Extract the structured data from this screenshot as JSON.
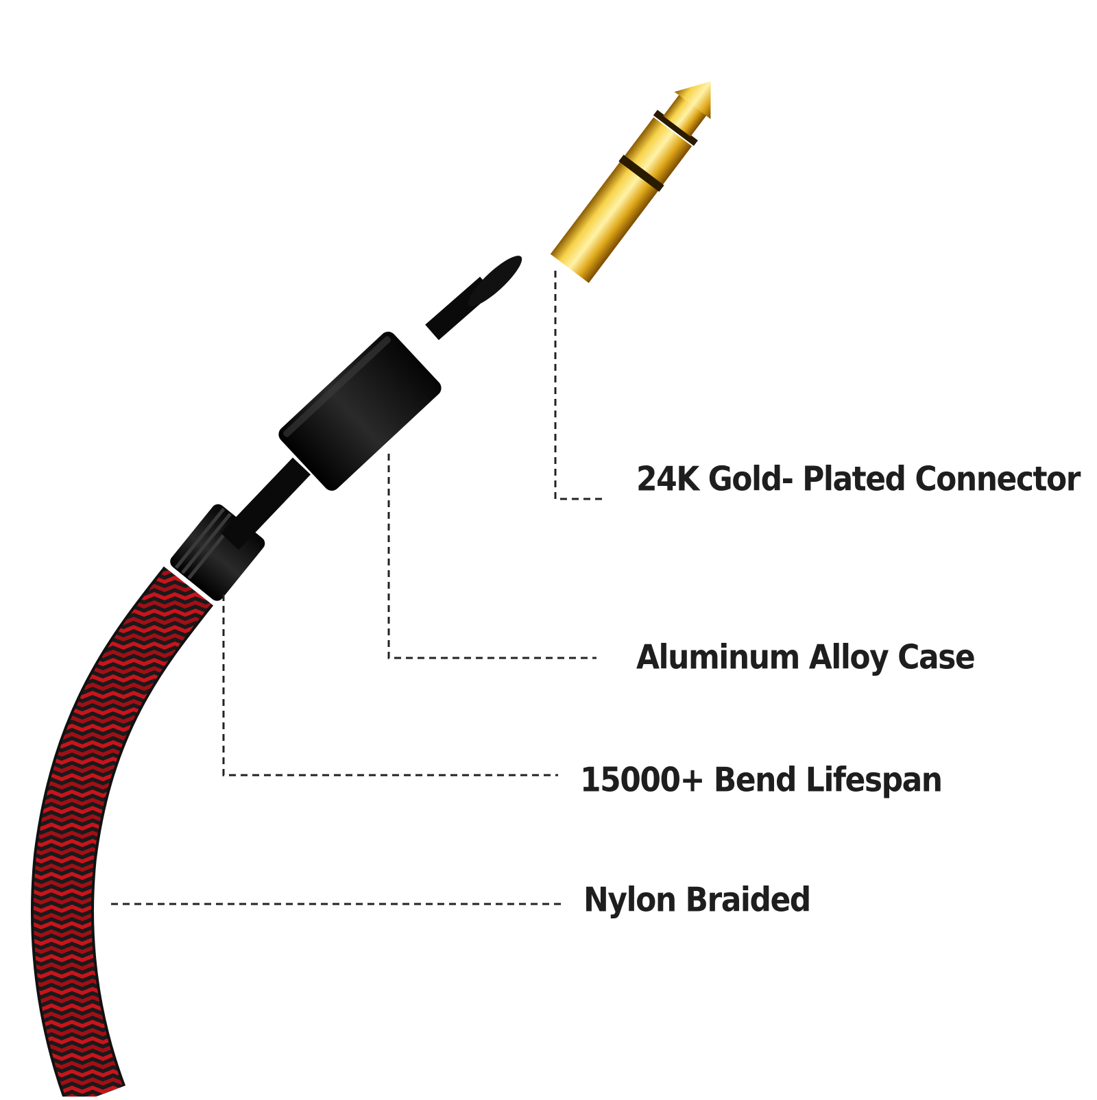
{
  "callouts": [
    {
      "id": "connector",
      "label": "24K Gold- Plated Connector"
    },
    {
      "id": "case",
      "label": "Aluminum Alloy Case"
    },
    {
      "id": "bend",
      "label": "15000+ Bend Lifespan"
    },
    {
      "id": "nylon",
      "label": "Nylon Braided"
    }
  ],
  "colors": {
    "background": "#ffffff",
    "label_text": "#1e1e1e",
    "leader_line": "#222222",
    "gold": "#e8b820",
    "housing": "#0d0d0d",
    "braid_red": "#c8141c",
    "braid_black": "#1a1a1a"
  }
}
